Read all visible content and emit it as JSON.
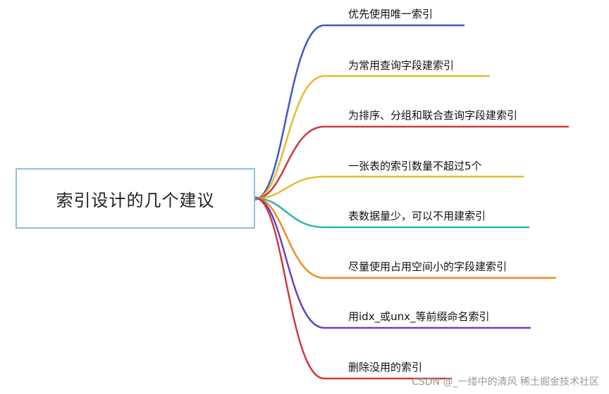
{
  "root": {
    "label": "索引设计的几个建议"
  },
  "branches": [
    {
      "label": "优先使用唯一索引",
      "color": "#3b5bbf"
    },
    {
      "label": "为常用查询字段建索引",
      "color": "#e6bb2e"
    },
    {
      "label": "为排序、分组和联合查询字段建索引",
      "color": "#d03a3a"
    },
    {
      "label": "一张表的索引数量不超过5个",
      "color": "#e6bb2e"
    },
    {
      "label": "表数据量少，可以不用建索引",
      "color": "#2bb5a7"
    },
    {
      "label": "尽量使用占用空间小的字段建索引",
      "color": "#ef8a24"
    },
    {
      "label": "用idx_或unx_等前缀命名索引",
      "color": "#6a3fc1"
    },
    {
      "label": "删除没用的索引",
      "color": "#d03a3a"
    }
  ],
  "watermark": "CSDN @_一缕中的清风  稀土掘金技术社区"
}
